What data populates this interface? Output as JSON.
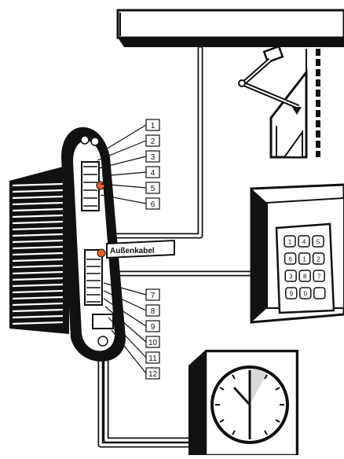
{
  "callouts": [
    "1",
    "2",
    "3",
    "4",
    "5",
    "6",
    "7",
    "8",
    "9",
    "10",
    "11",
    "12"
  ],
  "cable_label": "Außenkabel",
  "keypad_keys": [
    "1",
    "4",
    "5",
    "6",
    "1",
    "2",
    "3",
    "8",
    "7",
    "9",
    "0",
    ""
  ]
}
